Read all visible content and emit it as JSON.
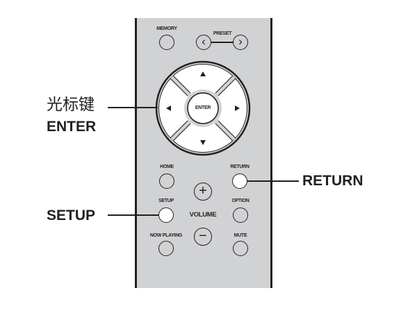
{
  "remote": {
    "buttons": {
      "memory": "MEMORY",
      "preset": "PRESET",
      "preset_prev_glyph": "‹",
      "preset_next_glyph": "›",
      "enter": "ENTER",
      "home": "HOME",
      "return": "RETURN",
      "setup": "SETUP",
      "option": "OPTION",
      "volume": "VOLUME",
      "volume_up_glyph": "+",
      "volume_down_glyph": "−",
      "now_playing": "NOW PLAYING",
      "mute": "MUTE"
    },
    "dpad_icons": [
      "up-arrow",
      "down-arrow",
      "left-arrow",
      "right-arrow"
    ]
  },
  "callouts": {
    "cursor_cn": "光标键",
    "enter": "ENTER",
    "return": "RETURN",
    "setup": "SETUP"
  },
  "colors": {
    "body": "#d1d2d4",
    "outline": "#231f20",
    "highlight": "#ffffff"
  }
}
